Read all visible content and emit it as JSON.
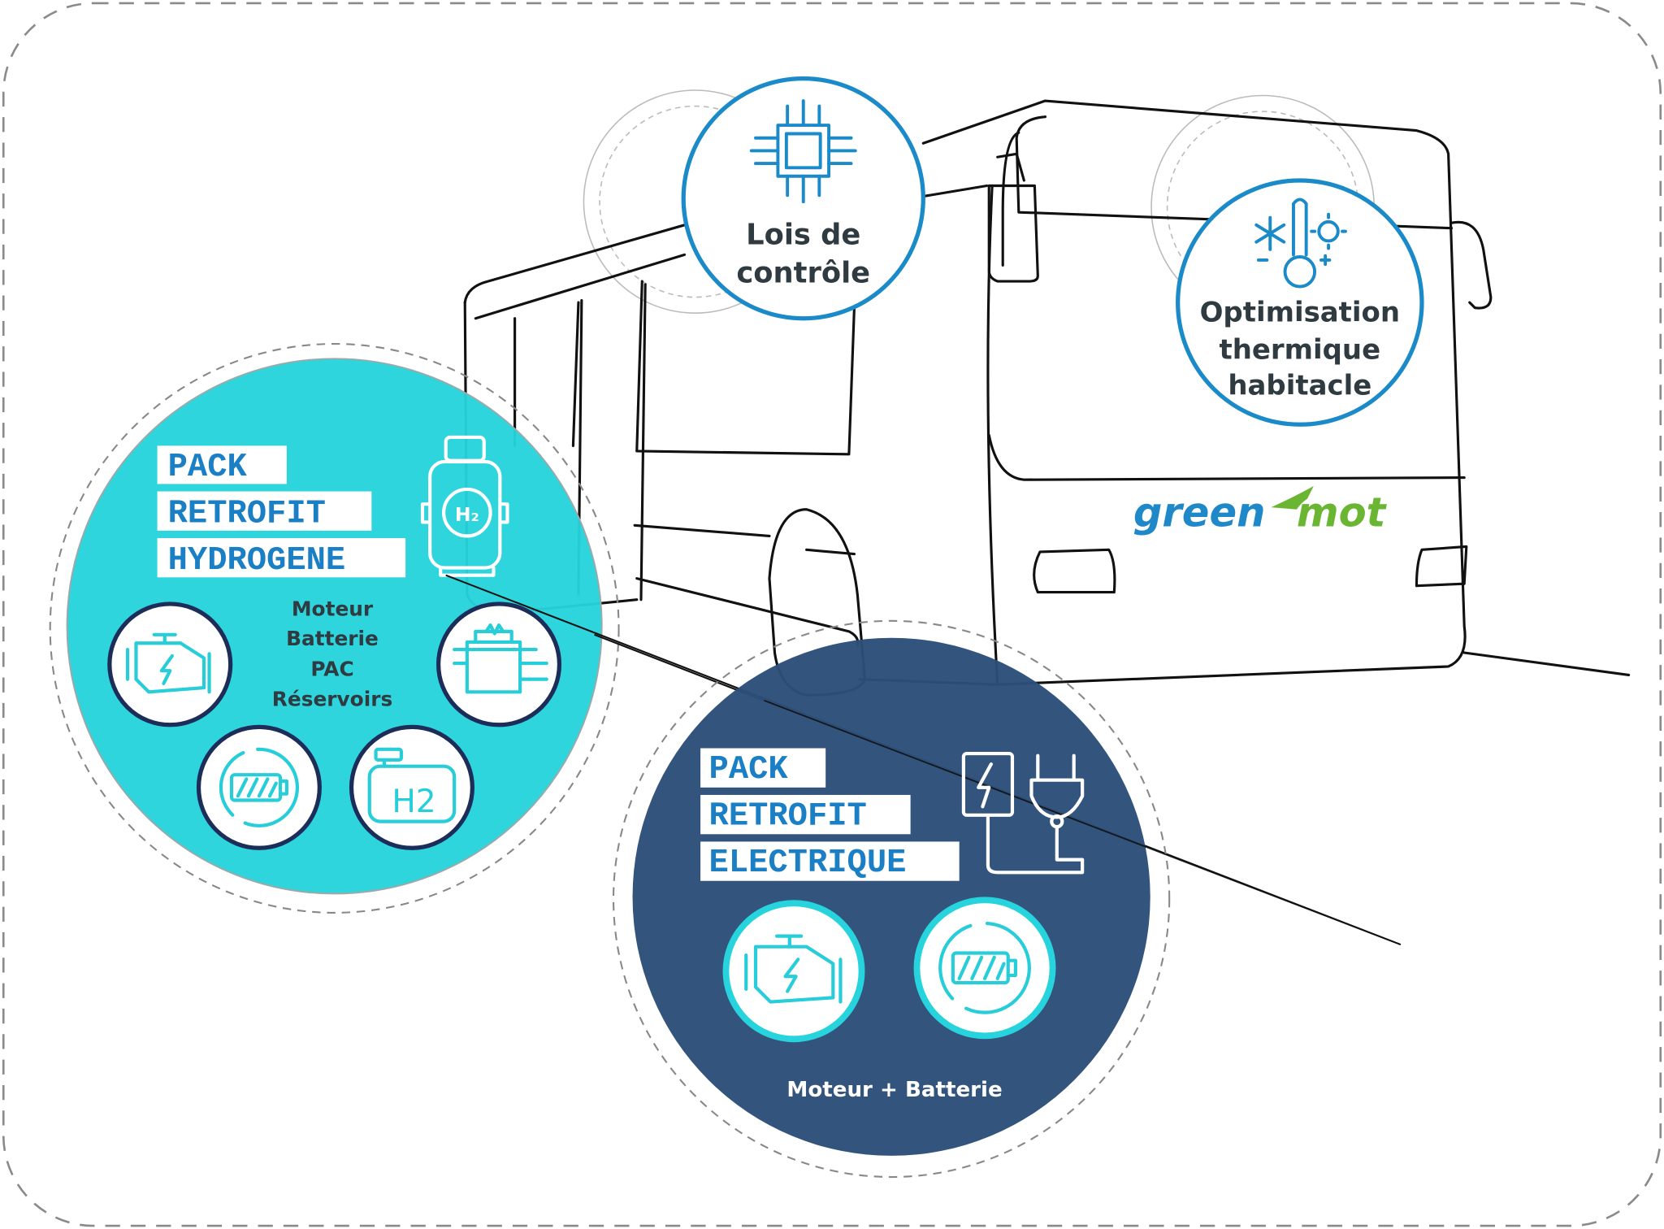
{
  "colors": {
    "hydrogen_fill": "#26d3dc",
    "electric_fill": "#2c5079",
    "accent_blue": "#1a8ac8",
    "logo_green": "#6ab633",
    "icon_ring_dark": "#1d2d5a"
  },
  "control": {
    "line1": "Lois de",
    "line2": "contrôle",
    "icon": "microchip-icon"
  },
  "thermal": {
    "line1": "Optimisation",
    "line2": "thermique",
    "line3": "habitacle",
    "icon": "thermometer-icon"
  },
  "hydrogen_pack": {
    "title_lines": [
      "PACK",
      "RETROFIT",
      "HYDROGENE"
    ],
    "components": [
      "Moteur",
      "Batterie",
      "PAC",
      "Réservoirs"
    ],
    "icons": [
      "hydrogen-tank-icon",
      "engine-icon",
      "fuel-cell-icon",
      "battery-icon",
      "h2-tank-icon"
    ],
    "h2_label": "H2"
  },
  "electric_pack": {
    "title_lines": [
      "PACK",
      "RETROFIT",
      "ELECTRIQUE"
    ],
    "caption": "Moteur + Batterie",
    "icons": [
      "charger-plug-icon",
      "engine-icon",
      "battery-icon"
    ]
  },
  "logo": {
    "part1": "green",
    "part2": "mot"
  }
}
